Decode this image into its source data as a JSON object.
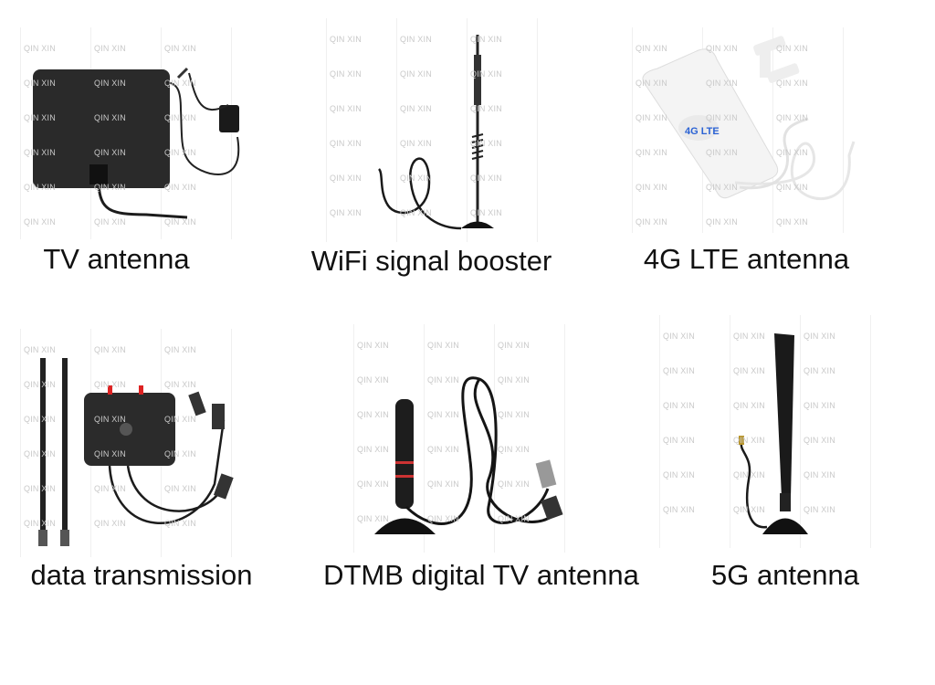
{
  "watermark": "QIN XIN",
  "products": [
    {
      "caption": "TV antenna",
      "icon": "flat-tv-antenna-icon"
    },
    {
      "caption": "WiFi signal booster",
      "icon": "magnetic-whip-antenna-icon"
    },
    {
      "caption": "4G LTE antenna",
      "icon": "panel-lte-antenna-icon",
      "logo_text": "4G LTE"
    },
    {
      "caption": "data transmission",
      "icon": "data-transmission-module-icon"
    },
    {
      "caption": "DTMB digital TV antenna",
      "icon": "dtmb-antenna-icon"
    },
    {
      "caption": "5G antenna",
      "icon": "5g-antenna-icon"
    }
  ]
}
